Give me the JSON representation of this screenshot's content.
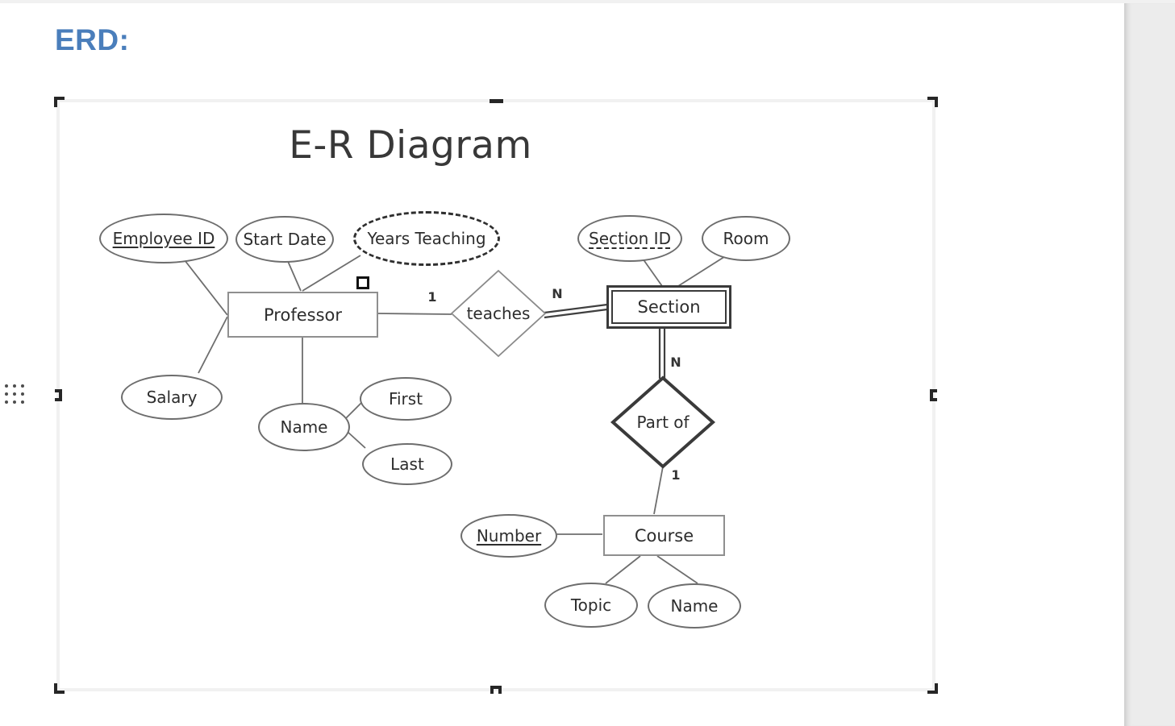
{
  "page": {
    "heading": "ERD:",
    "image_selected": true
  },
  "icons": {
    "drag_handle": "nine-dot-grid"
  },
  "colors": {
    "heading_blue": "#4a7ebb",
    "margin_gray": "#ececec",
    "diagram_stroke": "#6d6d6d",
    "dark_stroke": "#3a3a3a"
  },
  "diagram": {
    "title": "E-R Diagram",
    "entities": [
      {
        "label": "Professor",
        "type": "strong"
      },
      {
        "label": "Section",
        "type": "weak-double-border"
      },
      {
        "label": "Course",
        "type": "strong"
      }
    ],
    "relationships": [
      {
        "label": "teaches",
        "type": "regular"
      },
      {
        "label": "Part of",
        "type": "identifying-thick-border"
      }
    ],
    "attributes": [
      {
        "label": "Employee ID",
        "owner": "Professor",
        "underline": "solid",
        "border": "solid"
      },
      {
        "label": "Start Date",
        "owner": "Professor",
        "underline": "none",
        "border": "solid"
      },
      {
        "label": "Years Teaching",
        "owner": "Professor",
        "underline": "none",
        "border": "dashed"
      },
      {
        "label": "Salary",
        "owner": "Professor",
        "underline": "none",
        "border": "solid"
      },
      {
        "label": "Name",
        "owner": "Professor",
        "underline": "none",
        "border": "solid"
      },
      {
        "label": "First",
        "owner": "Name",
        "underline": "none",
        "border": "solid"
      },
      {
        "label": "Last",
        "owner": "Name",
        "underline": "none",
        "border": "solid"
      },
      {
        "label": "Section ID",
        "owner": "Section",
        "underline": "dashed",
        "border": "solid"
      },
      {
        "label": "Room",
        "owner": "Section",
        "underline": "none",
        "border": "solid"
      },
      {
        "label": "Number",
        "owner": "Course",
        "underline": "solid",
        "border": "solid"
      },
      {
        "label": "Topic",
        "owner": "Course",
        "underline": "none",
        "border": "solid"
      },
      {
        "label": "Name",
        "owner": "Course",
        "underline": "none",
        "border": "solid"
      }
    ],
    "cardinalities": [
      "1",
      "N",
      "N",
      "1"
    ]
  }
}
